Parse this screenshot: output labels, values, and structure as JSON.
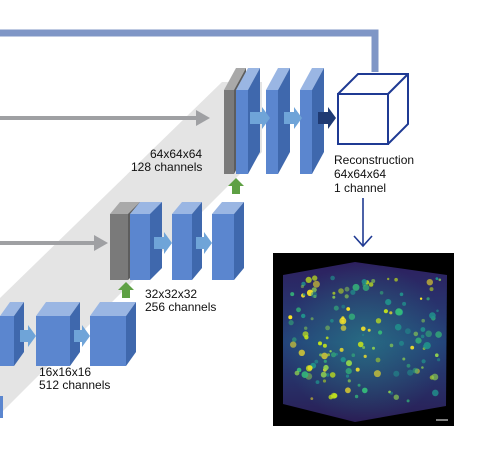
{
  "diagram": {
    "labels": {
      "level_top_size": "64x64x64",
      "level_top_channels": "128 channels",
      "level_mid_size": "32x32x32",
      "level_mid_channels": "256 channels",
      "level_low_size": "16x16x16",
      "level_low_channels": "512 channels",
      "output_title": "Reconstruction",
      "output_size": "64x64x64",
      "output_channels": "1 channel"
    },
    "colors": {
      "block_front": "#5b86cf",
      "block_side": "#3f68ad",
      "block_top": "#9ab6e3",
      "concat_front": "#7a7a7a",
      "concat_side": "#5d5d5d",
      "concat_top": "#a9a9a9",
      "skip_arrow": "#9fa0a3",
      "skip_line_blue": "#7f96c6",
      "upsample_arrow": "#5ea044",
      "conv_arrow": "#6fa4d8",
      "final_arrow": "#1f3a73",
      "output_cube": "#1f3a93",
      "panel_bg": "#33135a",
      "neuron": "#c5e51a"
    },
    "icons": {
      "upsample": "green-up-arrow-icon",
      "conv": "light-blue-right-arrow-icon",
      "output_conv": "dark-blue-right-arrow-icon",
      "to_image": "down-arrow-icon"
    }
  }
}
